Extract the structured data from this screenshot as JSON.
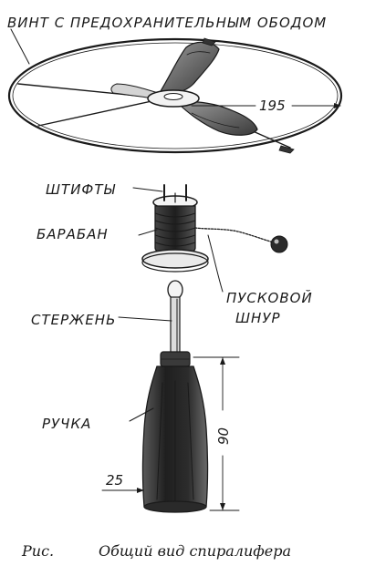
{
  "labels": {
    "title": "ВИНТ С ПРЕДОХРАНИТЕЛЬНЫМ ОБОДОМ",
    "pins": "ШТИФТЫ",
    "drum": "БАРАБАН",
    "launch_cord_1": "ПУСКОВОЙ",
    "launch_cord_2": "ШНУР",
    "rod": "СТЕРЖЕНЬ",
    "handle": "РУЧКА"
  },
  "dimensions": {
    "diameter": "195",
    "handle_length": "90",
    "handle_width": "25"
  },
  "caption": {
    "prefix": "Рис.",
    "text": "Общий вид спиралифера"
  }
}
